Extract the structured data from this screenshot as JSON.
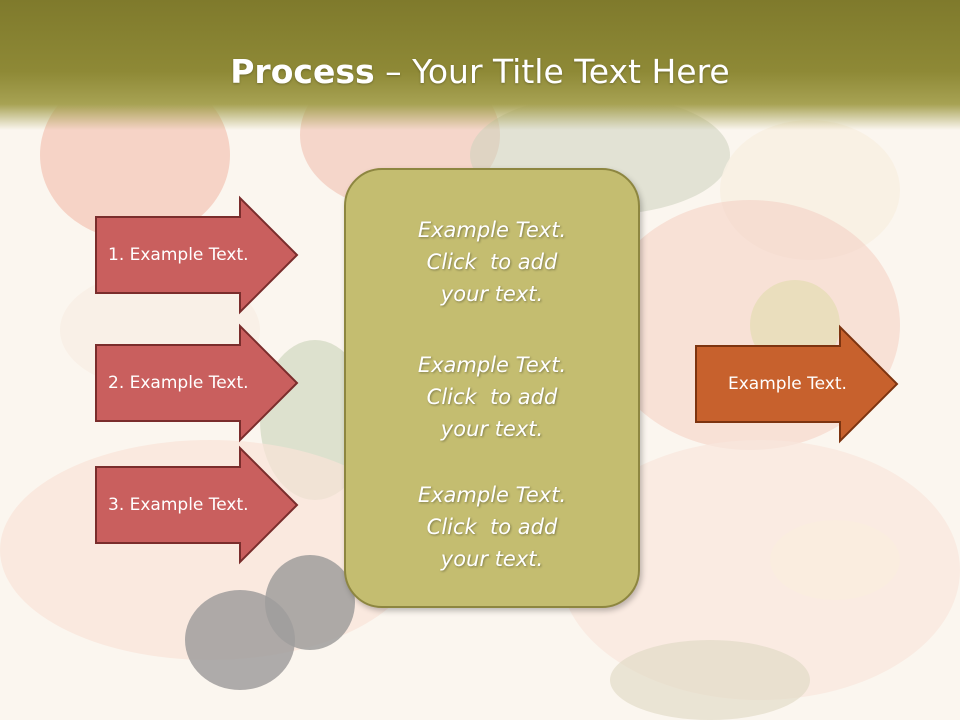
{
  "title": {
    "bold": "Process",
    "rest": " – Your Title Text Here"
  },
  "left_arrows": [
    {
      "label": "1. Example Text."
    },
    {
      "label": "2. Example Text."
    },
    {
      "label": "3. Example Text."
    }
  ],
  "center_box": {
    "paragraphs": [
      {
        "lines": [
          "Example Text.",
          "Click  to add",
          "your text."
        ]
      },
      {
        "lines": [
          "Example Text.",
          "Click  to add",
          "your text."
        ]
      },
      {
        "lines": [
          "Example Text.",
          "Click  to add",
          "your text."
        ]
      }
    ]
  },
  "right_arrow": {
    "label": "Example Text."
  },
  "colors": {
    "title_band": "#857f30",
    "left_arrow_fill": "#c95f5e",
    "left_arrow_stroke": "#7a2d2c",
    "center_box_fill": "#c4bd70",
    "right_arrow_fill": "#c7612d",
    "right_arrow_stroke": "#7d3410"
  }
}
